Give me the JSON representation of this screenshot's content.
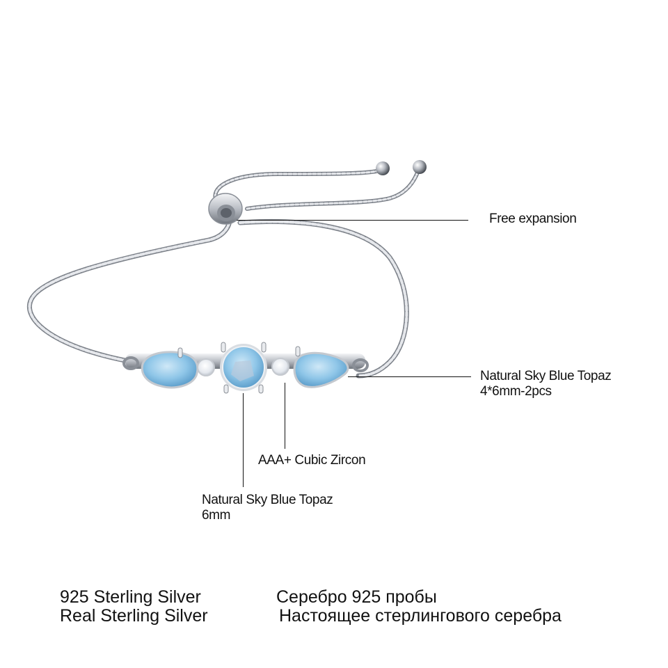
{
  "product": {
    "type": "adjustable box-chain bracelet",
    "colors": {
      "background": "#ffffff",
      "silver": "#c9ccd2",
      "silver_dark": "#7d828a",
      "topaz": "#8cc4e6",
      "topaz_dark": "#4f93c2",
      "zircon": "#eef1f5",
      "text": "#111111",
      "leader_line": "#111111"
    }
  },
  "callouts": {
    "slider": {
      "label": "Free expansion"
    },
    "side_stones": {
      "line1": "Natural Sky Blue Topaz",
      "line2": "4*6mm-2pcs"
    },
    "zircon": {
      "label": "AAA+ Cubic Zircon"
    },
    "center_stone": {
      "line1": "Natural Sky Blue Topaz",
      "line2": "6mm"
    }
  },
  "footer": {
    "en": [
      "925 Sterling Silver",
      "Real Sterling Silver"
    ],
    "ru": [
      "Серебро 925 пробы",
      "Настоящее стерлингового серебра"
    ]
  }
}
